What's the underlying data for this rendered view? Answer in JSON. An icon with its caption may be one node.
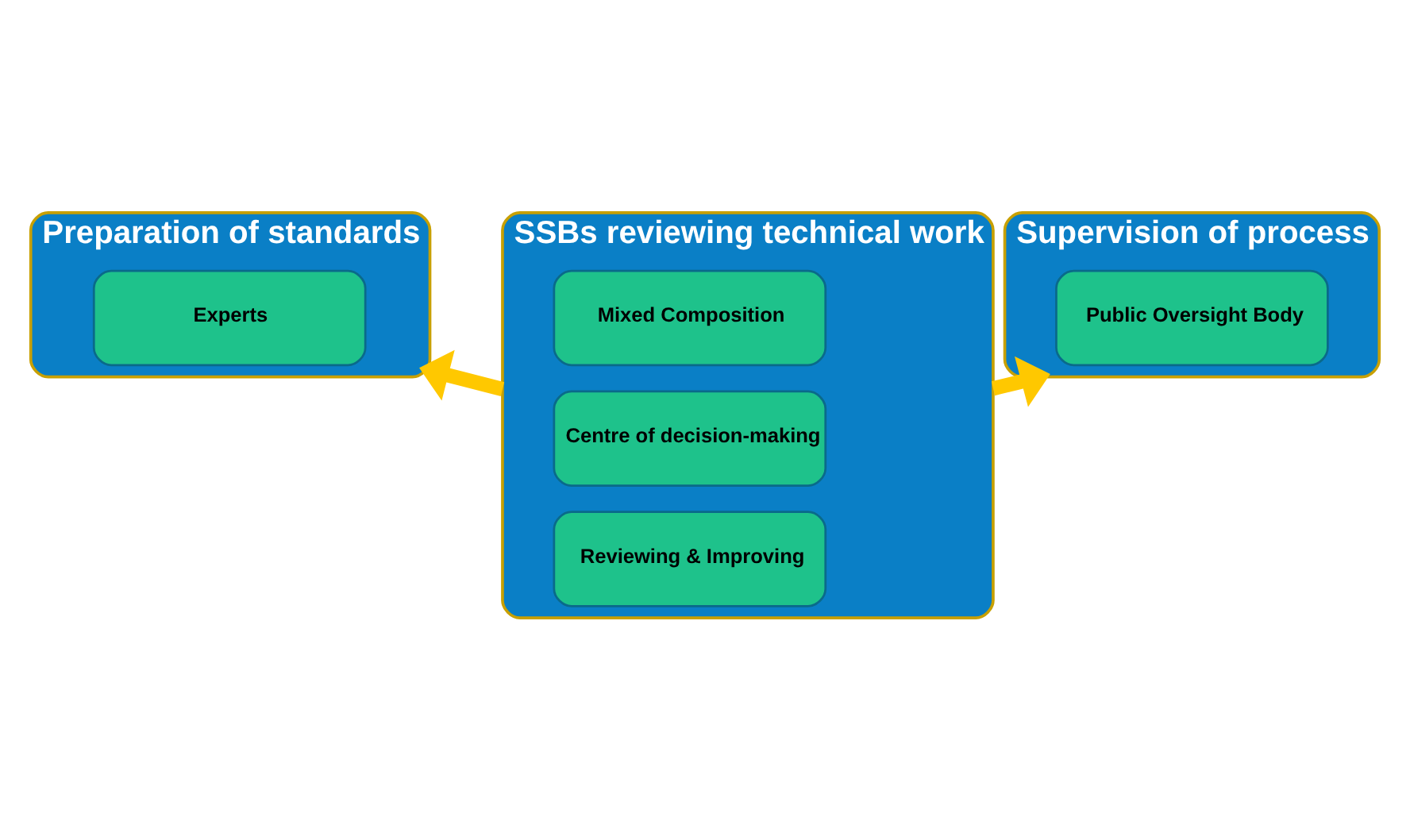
{
  "diagram": {
    "nodes": [
      {
        "text": [
          "Preparation of standards"
        ]
      },
      {
        "text": [
          "Experts"
        ],
        "in": 0
      },
      {
        "text": [
          "SSBs reviewing technical work"
        ]
      },
      {
        "text": [
          "Mixed Composition"
        ],
        "in": 2
      },
      {
        "text": [
          "Centre of decision-making"
        ],
        "in": 2
      },
      {
        "text": [
          "Reviewing & Improving"
        ],
        "in": 2
      },
      {
        "text": [
          "Supervision of process"
        ]
      },
      {
        "text": [
          "Public Oversight Body"
        ],
        "in": 6
      }
    ],
    "edges": [
      {
        "from": 2,
        "to": 0,
        "arrow": "to"
      },
      {
        "from": 2,
        "to": 6,
        "arrow": "to"
      }
    ]
  }
}
